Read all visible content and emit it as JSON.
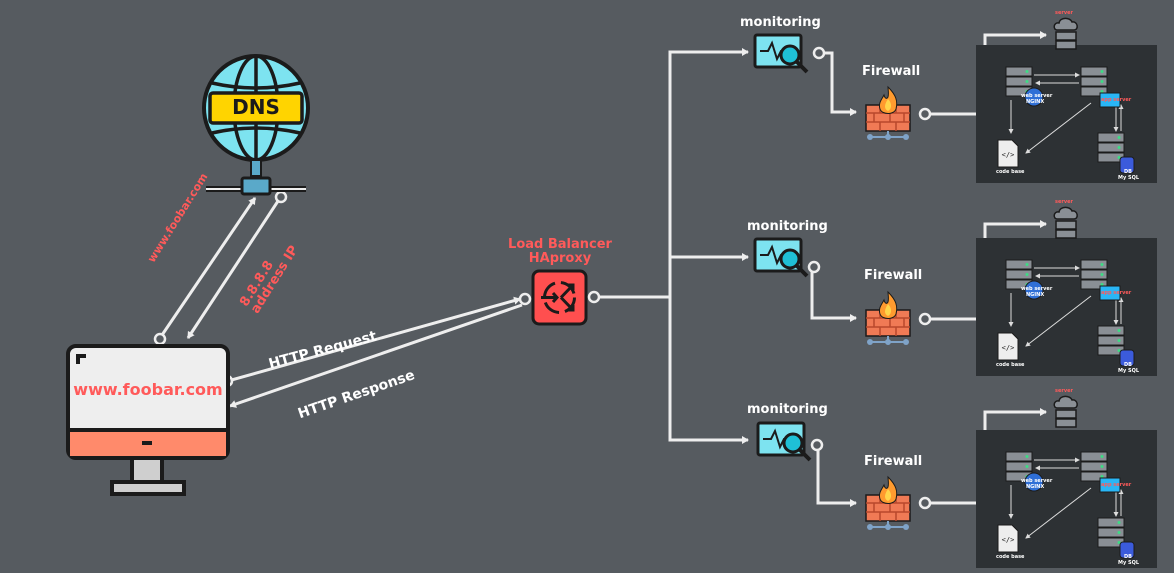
{
  "dns": {
    "label": "DNS"
  },
  "client": {
    "url": "www.foobar.com"
  },
  "edges": {
    "dns_query": "www.foobar.com",
    "dns_answer_ip": "8.8.8.8",
    "dns_answer_label": "address IP",
    "http_request": "HTTP Request",
    "http_response": "HTTP Response"
  },
  "load_balancer": {
    "title": "Load Balancer",
    "subtitle": "HAproxy"
  },
  "branches": [
    {
      "monitoring": "monitoring",
      "firewall": "Firewall"
    },
    {
      "monitoring": "monitoring",
      "firewall": "Firewall"
    },
    {
      "monitoring": "monitoring",
      "firewall": "Firewall"
    }
  ],
  "server_cluster": {
    "server": "server",
    "web_server": "web server",
    "web_server_name": "NGINX",
    "app_server": "app server",
    "code_base": "code base",
    "db": "DB",
    "db_name": "My SQL"
  },
  "colors": {
    "background": "#565b60",
    "panel": "#2d3134",
    "accent_red": "#ff5a5a",
    "monitor_cyan": "#7de3f0",
    "line": "#eeeeee"
  }
}
